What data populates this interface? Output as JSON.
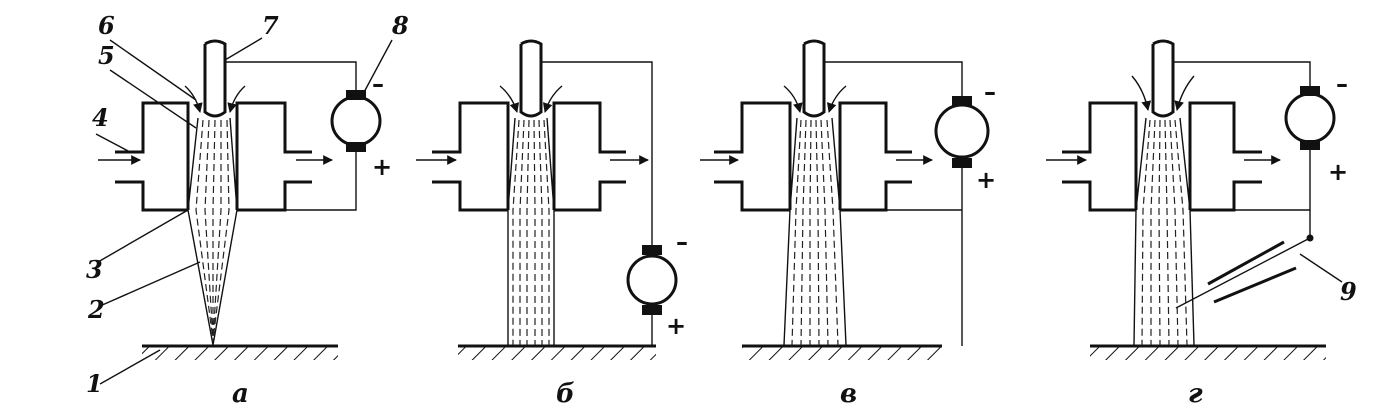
{
  "labels": {
    "n1": "1",
    "n2": "2",
    "n3": "3",
    "n4": "4",
    "n5": "5",
    "n6": "6",
    "n7": "7",
    "n8": "8",
    "n9": "9"
  },
  "panels": [
    {
      "letter": "а",
      "minus": "–",
      "plus": "+"
    },
    {
      "letter": "б",
      "minus": "–",
      "plus": "+"
    },
    {
      "letter": "в",
      "minus": "–",
      "plus": "+"
    },
    {
      "letter": "г",
      "minus": "–",
      "plus": "+"
    }
  ],
  "colors": {
    "ink": "#111111",
    "background": "#ffffff"
  }
}
